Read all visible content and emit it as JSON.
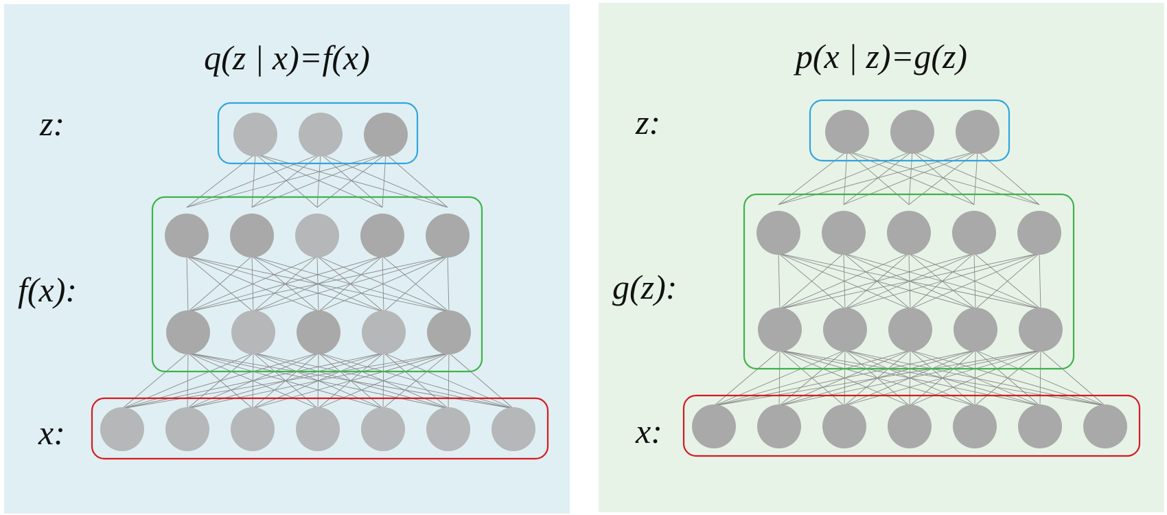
{
  "colors": {
    "left_background": "#e0eff3",
    "right_background": "#e8f3e8",
    "latent_box": "#2ea5de",
    "hidden_box": "#3db24a",
    "input_box": "#d7191f",
    "node_light": "#b5b7b8",
    "node_dark": "#a9a9a9",
    "edge": "#888888"
  },
  "encoder": {
    "title": "q(z | x)=f(x)",
    "labels": {
      "z": "z:",
      "hidden": "f(x):",
      "x": "x:"
    },
    "layers": {
      "z": [
        "light",
        "light",
        "dark"
      ],
      "hidden_top": [
        "dark",
        "dark",
        "light",
        "dark",
        "dark"
      ],
      "hidden_bottom": [
        "dark",
        "light",
        "dark",
        "light",
        "dark"
      ],
      "x": [
        "light",
        "light",
        "light",
        "light",
        "light",
        "light",
        "light"
      ]
    }
  },
  "decoder": {
    "title": "p(x | z)=g(z)",
    "labels": {
      "z": "z:",
      "hidden": "g(z):",
      "x": "x:"
    },
    "layers": {
      "z": [
        "dark",
        "dark",
        "dark"
      ],
      "hidden_top": [
        "dark",
        "dark",
        "dark",
        "dark",
        "dark"
      ],
      "hidden_bottom": [
        "dark",
        "dark",
        "dark",
        "dark",
        "dark"
      ],
      "x": [
        "dark",
        "dark",
        "dark",
        "dark",
        "dark",
        "dark",
        "dark"
      ]
    }
  }
}
